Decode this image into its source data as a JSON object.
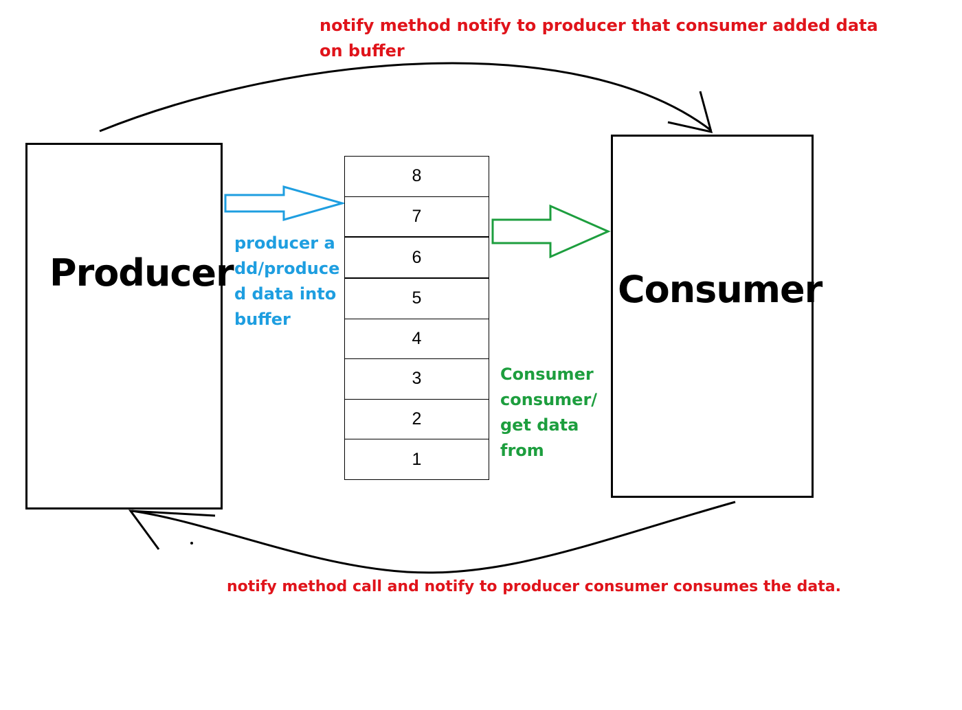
{
  "producer": {
    "label": "Producer"
  },
  "consumer": {
    "label": "Consumer"
  },
  "buffer": {
    "cells": [
      "8",
      "7",
      "6",
      "5",
      "4",
      "3",
      "2",
      "1"
    ]
  },
  "notes": {
    "top": "notify method notify to producer that consumer added data on buffer",
    "bottom": "notify method call and notify to producer consumer consumes the data.",
    "producer_side": "producer add/produced data into buffer",
    "consumer_side": "Consumer consumer/ get data from"
  },
  "colors": {
    "red": "#e0141b",
    "blue": "#1e9ee0",
    "green": "#1d9e3e",
    "black": "#000000"
  }
}
